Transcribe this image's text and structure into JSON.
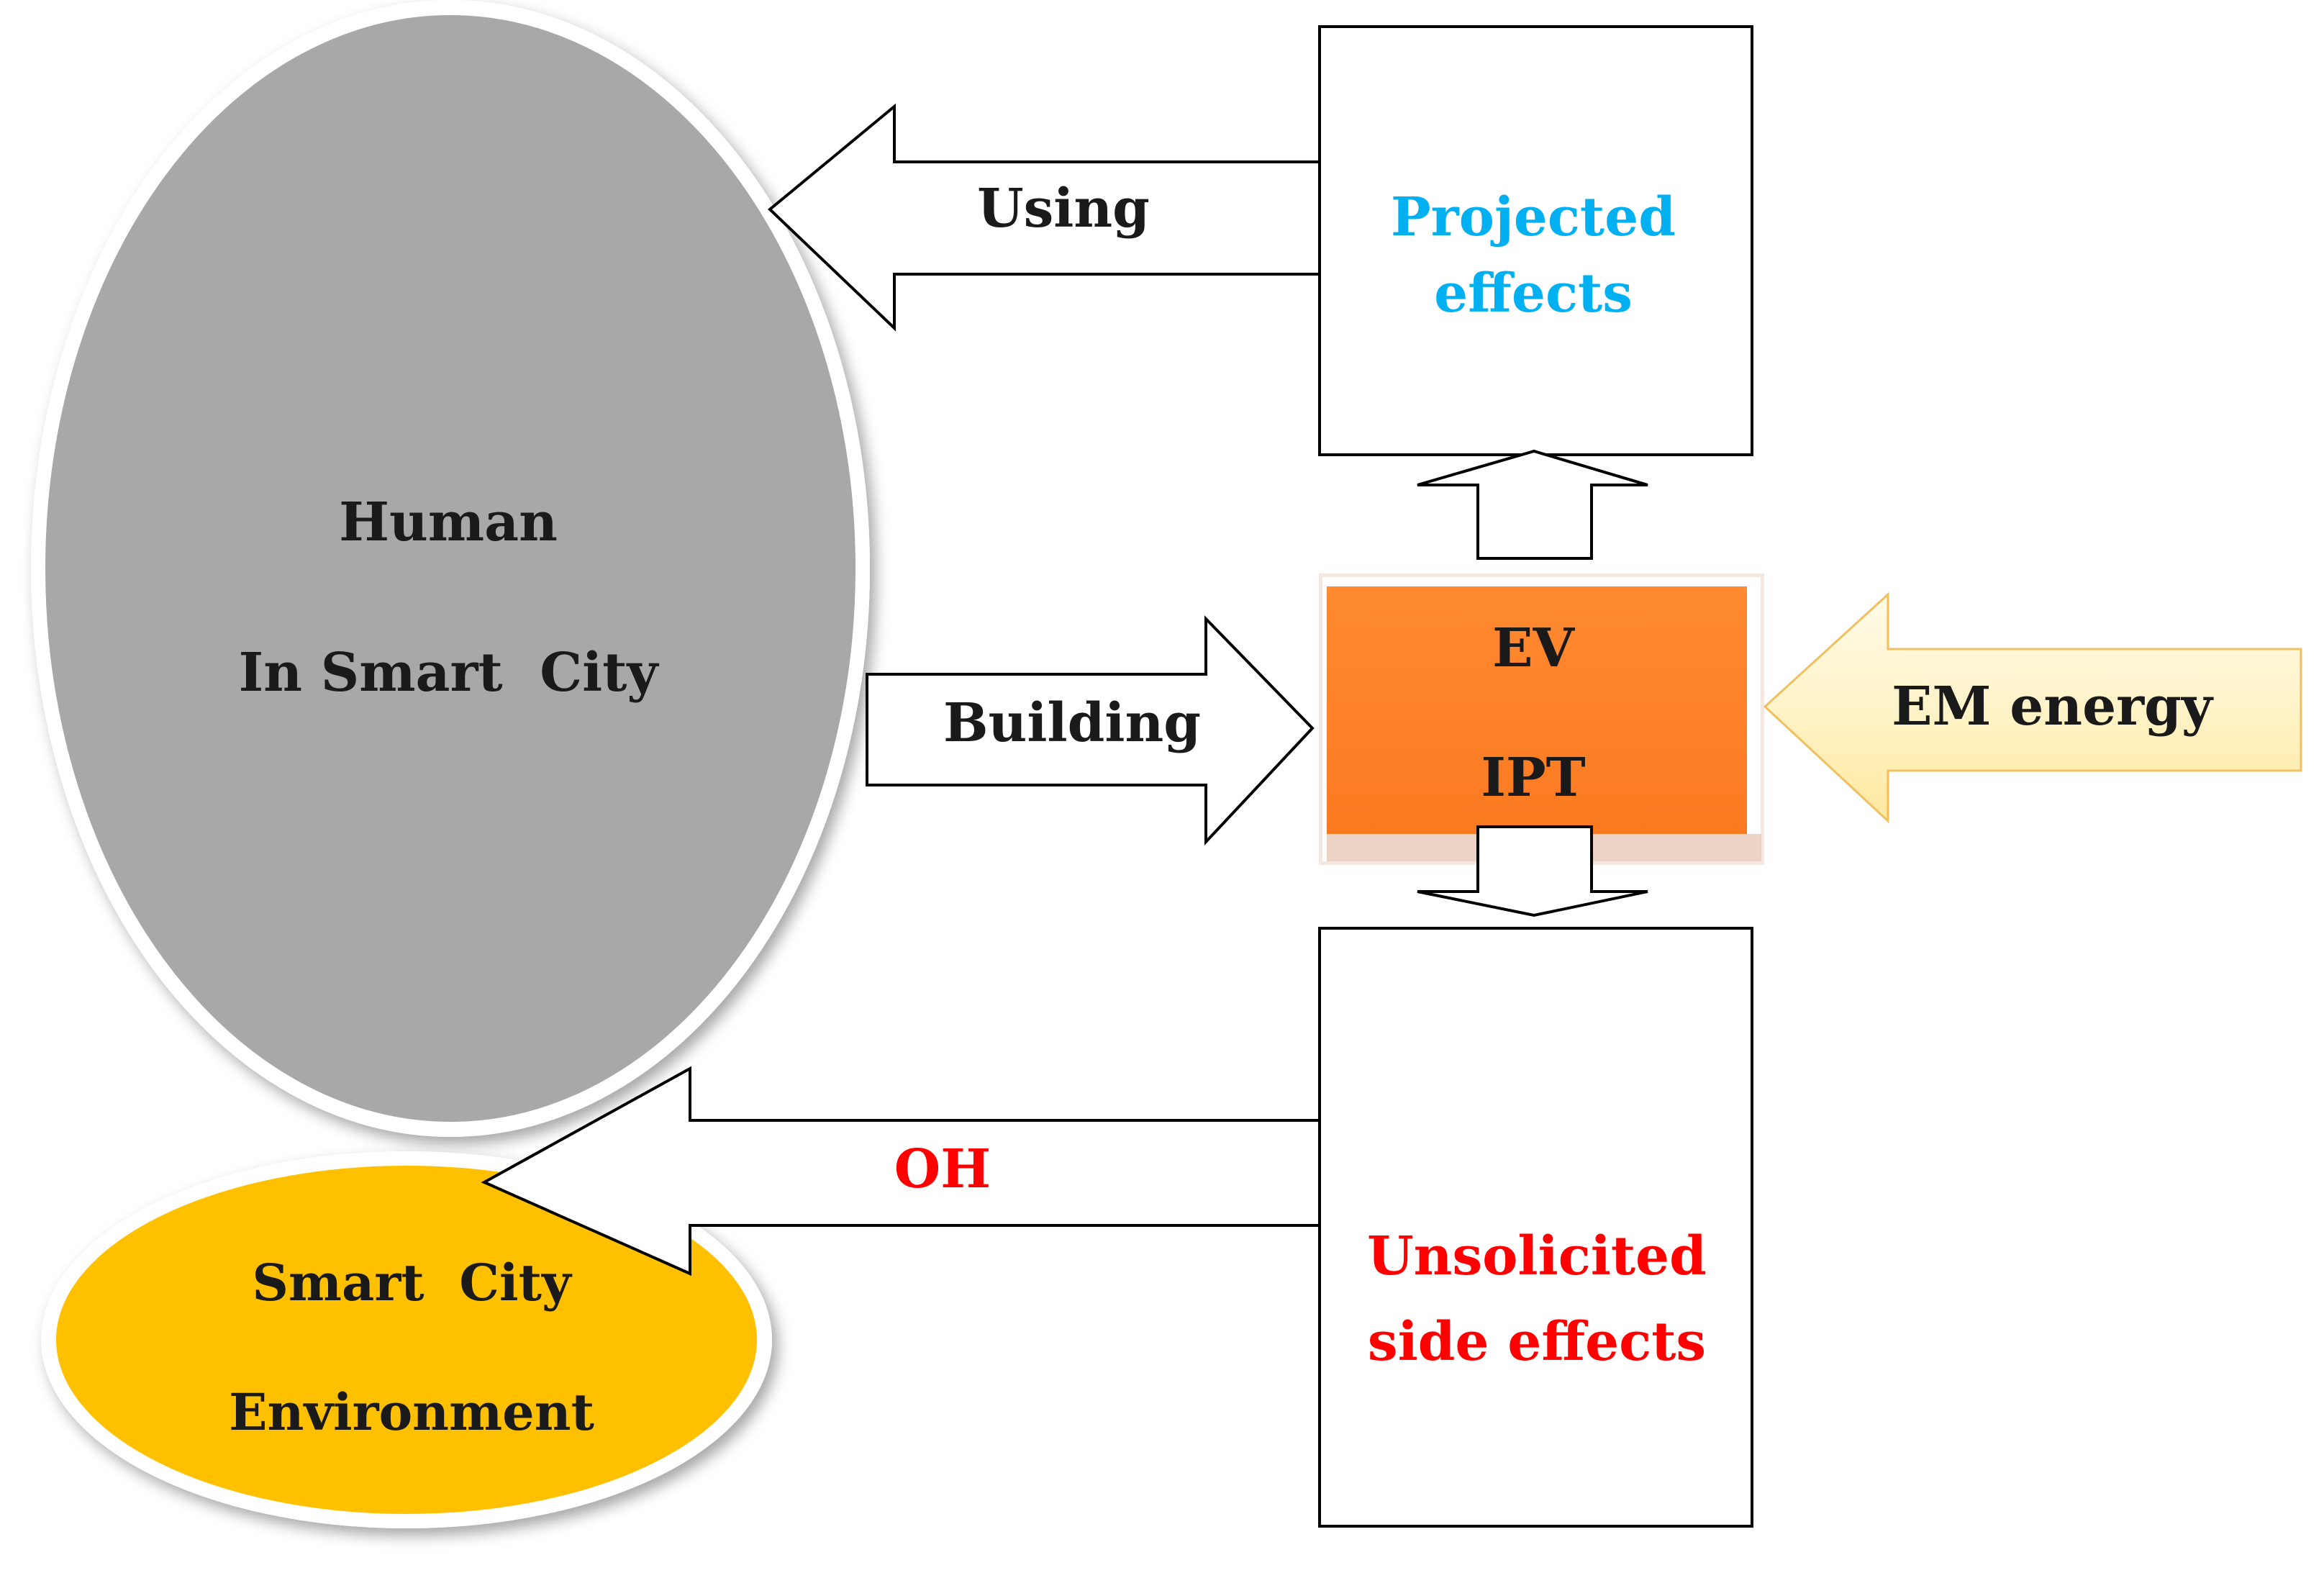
{
  "nodes": {
    "human": {
      "line1": "Human",
      "line2": "In Smart  City",
      "fill": "#a8a8a8"
    },
    "environment": {
      "line1": "Smart  City",
      "line2": "Environment",
      "fill": "#ffc000"
    },
    "projected": {
      "line1": "Projected",
      "line2": "effects",
      "text_color": "#00b0f0"
    },
    "ev_ipt": {
      "line1": "EV",
      "line2": "IPT",
      "fill": "#ff7f27"
    },
    "unsolicited": {
      "line1": "Unsolicited",
      "line2": "side effects",
      "text_color": "#ff0000"
    }
  },
  "edges": {
    "using": {
      "label": "Using"
    },
    "building": {
      "label": "Building"
    },
    "em_energy": {
      "label": "EM energy",
      "fill": "#fff2c4"
    },
    "oh": {
      "label": "OH",
      "text_color": "#ff0000"
    }
  }
}
